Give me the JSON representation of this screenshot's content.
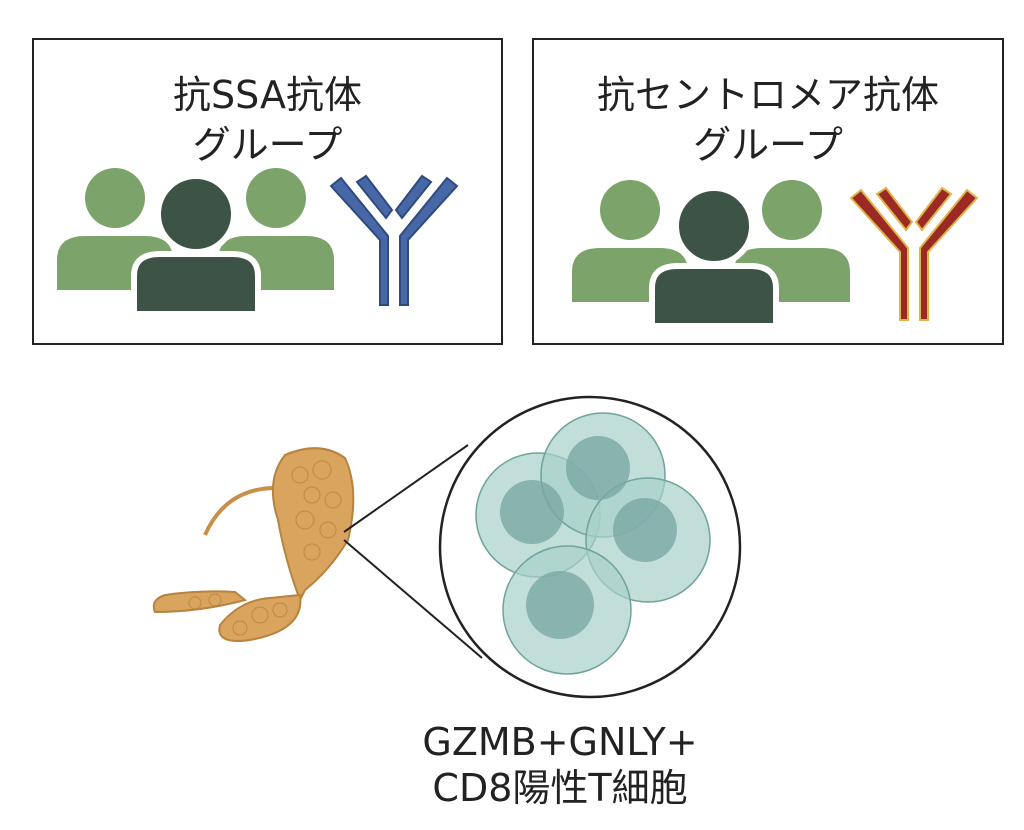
{
  "groups": [
    {
      "title_line1": "抗SSA抗体",
      "title_line2": "グループ",
      "antibody_color": "#4767a6"
    },
    {
      "title_line1": "抗セントロメア抗体",
      "title_line2": "グループ",
      "antibody_color": "#9c2a24"
    }
  ],
  "caption": {
    "line1": "GZMB+GNLY+",
    "line2": "CD8陽性T細胞"
  },
  "colors": {
    "person_light": "#7ba36a",
    "person_dark": "#3c5345",
    "cell": "#a8d0c9",
    "nucleus": "#7aa7a4",
    "gland": "#d9a45e"
  }
}
